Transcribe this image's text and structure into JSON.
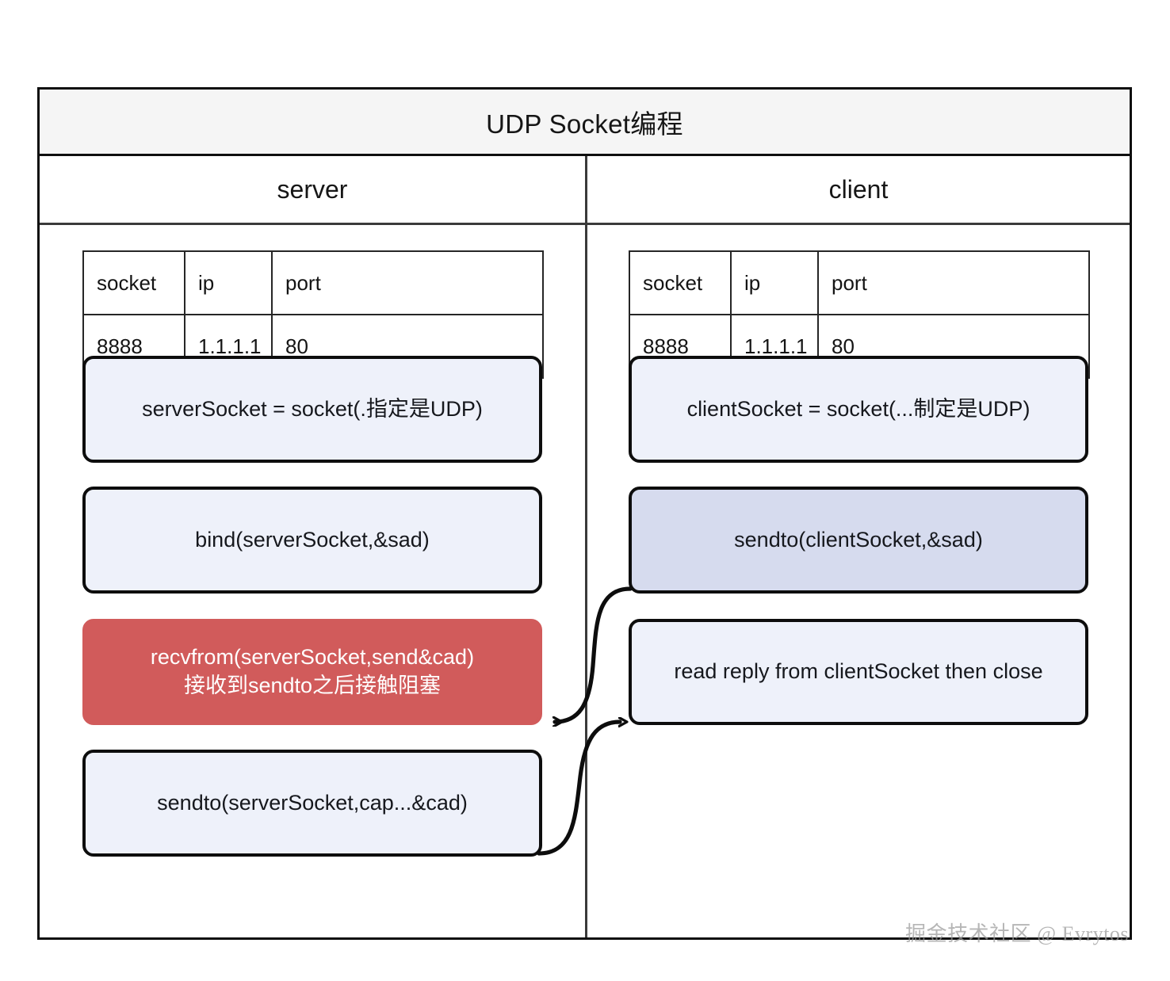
{
  "diagram": {
    "title": "UDP Socket编程",
    "columns": [
      {
        "id": "server",
        "label": "server"
      },
      {
        "id": "client",
        "label": "client"
      }
    ]
  },
  "server": {
    "table": {
      "headers": [
        "socket",
        "ip",
        "port"
      ],
      "rows": [
        [
          "8888",
          "1.1.1.1",
          "80"
        ]
      ]
    },
    "steps": [
      {
        "id": "server-create-socket",
        "text": "serverSocket = socket(.指定是UDP)",
        "style": "default"
      },
      {
        "id": "server-bind",
        "text": "bind(serverSocket,&sad)",
        "style": "default"
      },
      {
        "id": "server-recvfrom",
        "line1": "recvfrom(serverSocket,send&cad)",
        "line2": "接收到sendto之后接触阻塞",
        "style": "danger"
      },
      {
        "id": "server-sendto",
        "text": "sendto(serverSocket,cap...&cad)",
        "style": "default"
      }
    ]
  },
  "client": {
    "table": {
      "headers": [
        "socket",
        "ip",
        "port"
      ],
      "rows": [
        [
          "8888",
          "1.1.1.1",
          "80"
        ]
      ]
    },
    "steps": [
      {
        "id": "client-create-socket",
        "text": "clientSocket = socket(...制定是UDP)",
        "style": "default"
      },
      {
        "id": "client-sendto",
        "text": "sendto(clientSocket,&sad)",
        "style": "accent"
      },
      {
        "id": "client-read-reply",
        "text": "read reply from clientSocket  then close",
        "style": "default"
      }
    ]
  },
  "arrows": [
    {
      "id": "client-sendto-to-server-recvfrom",
      "from": "client-sendto",
      "to": "server-recvfrom",
      "direction": "right-to-left"
    },
    {
      "id": "server-sendto-to-client-read",
      "from": "server-sendto",
      "to": "client-read-reply",
      "direction": "left-to-right"
    }
  ],
  "watermark": "掘金技术社区 @ Evrytos",
  "colors": {
    "box_fill": "#eef1fa",
    "box_accent_fill": "#d6dbee",
    "box_danger_fill": "#d15b5b",
    "border": "#0d0d0d",
    "title_band": "#f5f5f5"
  }
}
